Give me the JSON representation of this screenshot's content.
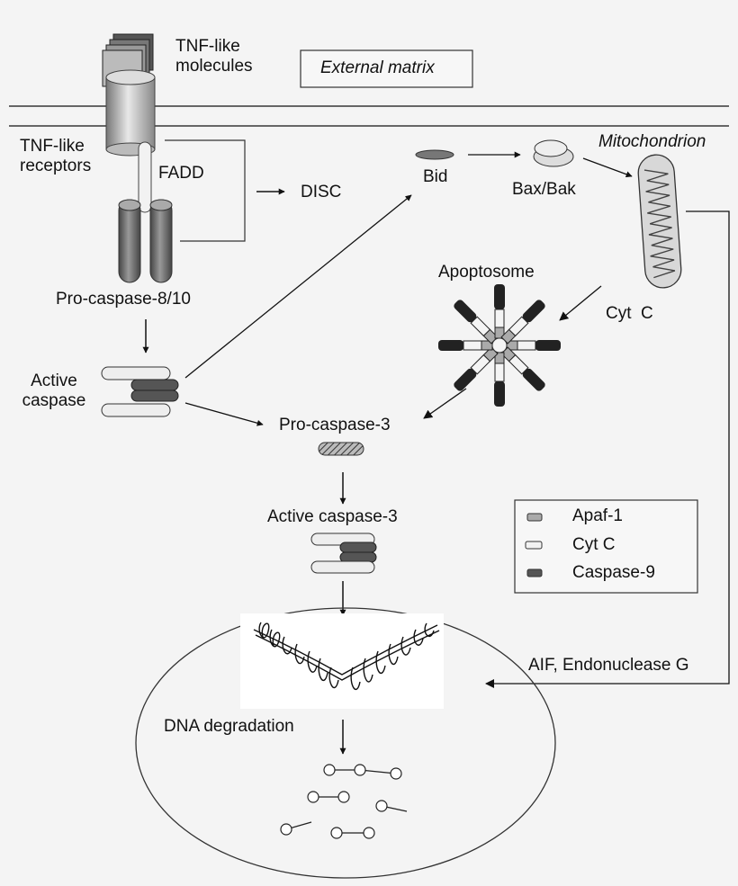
{
  "labels": {
    "tnf_molecules": [
      "TNF-like",
      "molecules"
    ],
    "external_matrix": "External matrix",
    "tnf_receptors": [
      "TNF-like",
      "receptors"
    ],
    "fadd": "FADD",
    "disc": "DISC",
    "bid": "Bid",
    "bax_bak": "Bax/Bak",
    "mitochondrion": "Mitochondrion",
    "pro_caspase_8_10": "Pro-caspase-8/10",
    "apoptosome": "Apoptosome",
    "cyt_c": "Cyt  C",
    "active_caspase": [
      "Active",
      "caspase"
    ],
    "pro_caspase_3": "Pro-caspase-3",
    "active_caspase_3": "Active caspase-3",
    "aif_endonuclease": "AIF, Endonuclease G",
    "dna_degradation": "DNA degradation"
  },
  "legend": [
    {
      "label": "Apaf-1",
      "color": "#aaaaaa"
    },
    {
      "label": "Cyt C",
      "color": "#f2f2f2"
    },
    {
      "label": "Caspase-9",
      "color": "#555555"
    }
  ]
}
